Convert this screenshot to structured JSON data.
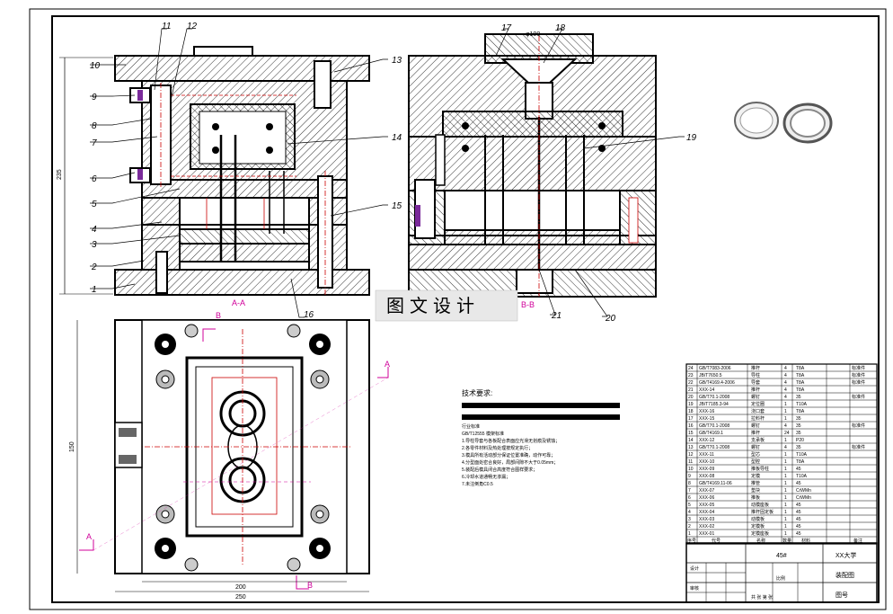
{
  "part_labels": [
    "1",
    "2",
    "3",
    "4",
    "5",
    "6",
    "7",
    "8",
    "9",
    "10",
    "11",
    "12",
    "13",
    "14",
    "15",
    "16",
    "17",
    "18",
    "19",
    "20",
    "21"
  ],
  "section_labels": {
    "aa_title": "A-A",
    "bb_title": "B-B",
    "a_marker": "A",
    "b_marker": "B"
  },
  "dimensions": {
    "height_left": "235",
    "width_plan_inner": "200",
    "width_plan_outer": "250",
    "height_plan": "150",
    "dia_sprue": "φ100"
  },
  "watermark": "图文设计",
  "tech_requirements": {
    "title": "技术要求:",
    "lines": [
      "行业标准",
      "GB/T12555 模架标准",
      "1.导柱导套与各板配合表面应光滑无划痕及锈蚀；",
      "2.各零件材料及热处理按规定执行；",
      "3.模具所有活动部分保证位置准确，动作可靠；",
      "4.分型面处密合良好，局部间隙不大于0.05mm；",
      "5.装配后模具闭合高度符合图样要求；",
      "6.冷却水道通畅无渗漏；",
      "7.未注倒角C0.5"
    ]
  },
  "bom_rows": [
    {
      "code": "GB/T7083-2006",
      "name": "推杆",
      "qty": "4",
      "mat": "T8A",
      "note": "标准件"
    },
    {
      "code": "JB/T7650.5",
      "name": "导柱",
      "qty": "4",
      "mat": "T8A",
      "note": "标准件"
    },
    {
      "code": "GB/T4169.4-2006",
      "name": "导套",
      "qty": "4",
      "mat": "T8A",
      "note": "标准件"
    },
    {
      "code": "XXX-14",
      "name": "推杆",
      "qty": "4",
      "mat": "T8A",
      "note": ""
    },
    {
      "code": "GB/T70.1-2008",
      "name": "螺钉",
      "qty": "4",
      "mat": "35",
      "note": "标准件"
    },
    {
      "code": "JB/T7185.3-94",
      "name": "定位圈",
      "qty": "1",
      "mat": "T10A",
      "note": ""
    },
    {
      "code": "XXX-16",
      "name": "浇口套",
      "qty": "1",
      "mat": "T8A",
      "note": ""
    },
    {
      "code": "XXX-15",
      "name": "拉料杆",
      "qty": "1",
      "mat": "35",
      "note": ""
    },
    {
      "code": "GB/T70.1-2008",
      "name": "螺钉",
      "qty": "4",
      "mat": "35",
      "note": "标准件"
    },
    {
      "code": "GB/T4169.1",
      "name": "推杆",
      "qty": "24",
      "mat": "35",
      "note": ""
    },
    {
      "code": "XXX-12",
      "name": "支承板",
      "qty": "1",
      "mat": "P20",
      "note": ""
    },
    {
      "code": "GB/T70.1-2008",
      "name": "螺钉",
      "qty": "4",
      "mat": "35",
      "note": "标准件"
    },
    {
      "code": "XXX-11",
      "name": "型芯",
      "qty": "1",
      "mat": "T10A",
      "note": ""
    },
    {
      "code": "XXX-10",
      "name": "型腔",
      "qty": "1",
      "mat": "T8A",
      "note": ""
    },
    {
      "code": "XXX-09",
      "name": "推板导柱",
      "qty": "1",
      "mat": "45",
      "note": ""
    },
    {
      "code": "XXX-08",
      "name": "定模",
      "qty": "1",
      "mat": "T10A",
      "note": ""
    },
    {
      "code": "GB/T4169.11-06",
      "name": "推管",
      "qty": "1",
      "mat": "45",
      "note": ""
    },
    {
      "code": "XXX-07",
      "name": "垫块",
      "qty": "1",
      "mat": "CrWMn",
      "note": ""
    },
    {
      "code": "XXX-06",
      "name": "推板",
      "qty": "1",
      "mat": "CrWMn",
      "note": ""
    },
    {
      "code": "XXX-05",
      "name": "动模座板",
      "qty": "1",
      "mat": "45",
      "note": ""
    },
    {
      "code": "XXX-04",
      "name": "推杆固定板",
      "qty": "1",
      "mat": "45",
      "note": ""
    },
    {
      "code": "XXX-03",
      "name": "动模板",
      "qty": "1",
      "mat": "45",
      "note": ""
    },
    {
      "code": "XXX-02",
      "name": "定模板",
      "qty": "1",
      "mat": "45",
      "note": ""
    },
    {
      "code": "XXX-01",
      "name": "定模座板",
      "qty": "1",
      "mat": "45",
      "note": ""
    }
  ],
  "bom_header": {
    "no": "序号",
    "code": "代号",
    "name": "名称",
    "qty": "数量",
    "mat": "材料",
    "note": "备注"
  },
  "title_block": {
    "material": "45#",
    "school": "XX大学",
    "drawing_name": "装配图",
    "drawing_no": "图号",
    "design": "设计",
    "check": "审核",
    "scale": "比例",
    "sheet": "共 张 第 张"
  }
}
